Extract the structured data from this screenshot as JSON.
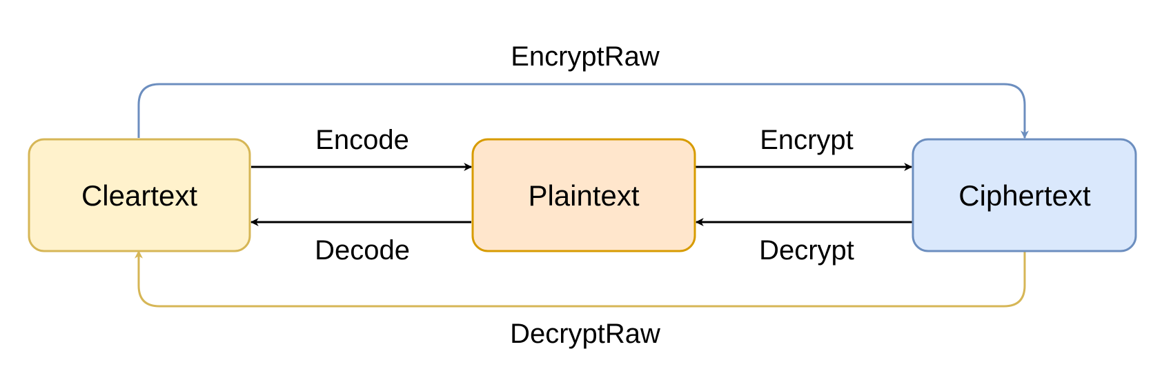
{
  "nodes": {
    "cleartext": {
      "label": "Cleartext",
      "fill": "#fff2cc",
      "stroke": "#d6b656"
    },
    "plaintext": {
      "label": "Plaintext",
      "fill": "#ffe6cc",
      "stroke": "#d79b00"
    },
    "ciphertext": {
      "label": "Ciphertext",
      "fill": "#dae8fc",
      "stroke": "#6c8ebf"
    }
  },
  "edges": {
    "encode": {
      "label": "Encode",
      "from": "Cleartext",
      "to": "Plaintext"
    },
    "decode": {
      "label": "Decode",
      "from": "Plaintext",
      "to": "Cleartext"
    },
    "encrypt": {
      "label": "Encrypt",
      "from": "Plaintext",
      "to": "Ciphertext"
    },
    "decrypt": {
      "label": "Decrypt",
      "from": "Ciphertext",
      "to": "Plaintext"
    },
    "encrypt_raw": {
      "label": "EncryptRaw",
      "from": "Cleartext",
      "to": "Ciphertext",
      "color": "#6c8ebf"
    },
    "decrypt_raw": {
      "label": "DecryptRaw",
      "from": "Ciphertext",
      "to": "Cleartext",
      "color": "#d6b656"
    }
  }
}
